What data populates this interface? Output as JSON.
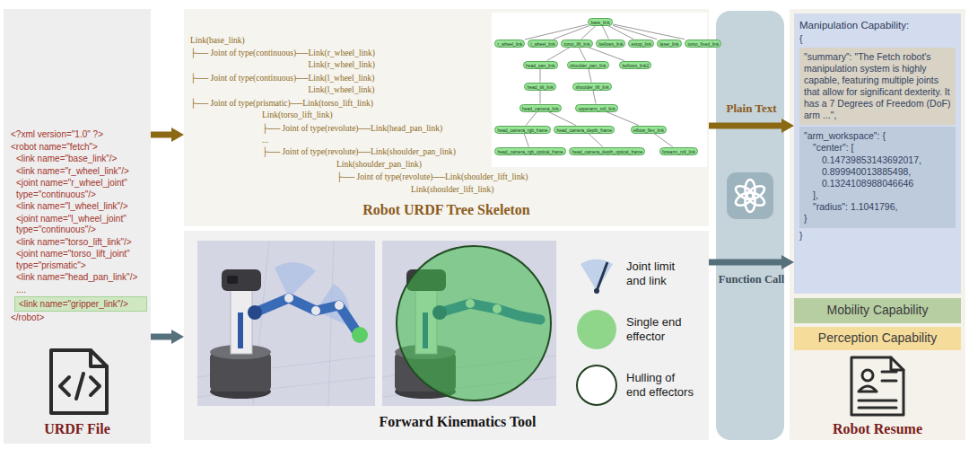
{
  "diagram": {
    "nodes": [
      {
        "text": [
          "<?xml version=\"1.0\" ?>",
          "<robot name=\"fetch\">",
          "<link name=\"base_link\"/>",
          "<link name=\"r_wheel_link\"/>",
          "<joint name=\"r_wheel_joint\" type=\"continuous\"/>",
          "<link name=\"l_wheel_link\"/>",
          "<joint name=\"l_wheel_joint\" type=\"continuous\"/>",
          "<link name=\"torso_lift_link\"/>",
          "<joint name=\"torso_lift_joint\" type=\"prismatic\">",
          "<link name=\"head_pan_link\"/>",
          "....",
          "</robot>",
          "URDF File"
        ]
      },
      {
        "text": [
          "<link name=\"gripper_link\"/>"
        ],
        "in": 0
      },
      {
        "text": [
          "Link(base_link)",
          "├── Joint of type(continuous)──Link(r_wheel_link)",
          "Link(r_wheel_link)",
          "├── Joint of type(continuous)──Link(l_wheel_link)",
          "Link(l_wheel_link)",
          "├── Joint of type(prismatic)──Link(torso_lift_link)",
          "Link(torso_lift_link)",
          "├── Joint of type(revolute)──Link(head_pan_link)",
          "...",
          "├── Joint of type(revolute)──Link(shoulder_pan_link)",
          "Link(shoulder_pan_link)",
          "├── Joint of type(revolute)──Link(shoulder_lift_link)",
          "Link(shoulder_lift_link)",
          "Robot URDF Tree Skeleton"
        ]
      },
      {
        "text": [
          "base_link"
        ],
        "in": 2
      },
      {
        "text": [
          "r_wheel_link"
        ],
        "in": 2
      },
      {
        "text": [
          "l_wheel_link"
        ],
        "in": 2
      },
      {
        "text": [
          "torso_lift_link"
        ],
        "in": 2
      },
      {
        "text": [
          "bellows_link"
        ],
        "in": 2
      },
      {
        "text": [
          "estop_link"
        ],
        "in": 2
      },
      {
        "text": [
          "laser_link"
        ],
        "in": 2
      },
      {
        "text": [
          "torso_fixed_link"
        ],
        "in": 2
      },
      {
        "text": [
          "head_pan_link"
        ],
        "in": 2
      },
      {
        "text": [
          "shoulder_pan_link"
        ],
        "in": 2
      },
      {
        "text": [
          "bellows_link2"
        ],
        "in": 2
      },
      {
        "text": [
          "head_tilt_link"
        ],
        "in": 2
      },
      {
        "text": [
          "shoulder_lift_link"
        ],
        "in": 2
      },
      {
        "text": [
          "head_camera_link"
        ],
        "in": 2
      },
      {
        "text": [
          "upperarm_roll_link"
        ],
        "in": 2
      },
      {
        "text": [
          "head_camera_rgb_frame"
        ],
        "in": 2
      },
      {
        "text": [
          "head_camera_depth_frame"
        ],
        "in": 2
      },
      {
        "text": [
          "elbow_flex_link"
        ],
        "in": 2
      },
      {
        "text": [
          "head_camera_rgb_optical_frame"
        ],
        "in": 2
      },
      {
        "text": [
          "head_camera_depth_optical_frame"
        ],
        "in": 2
      },
      {
        "text": [
          "forearm_roll_link"
        ],
        "in": 2
      },
      {
        "text": [
          "Forward Kinematics Tool"
        ]
      },
      {
        "text": [
          "Robot Resume"
        ]
      },
      {
        "text": [
          "Manipulation Capability:",
          "{",
          "}"
        ],
        "in": 25
      },
      {
        "text": [
          "\"summary\": \"The Fetch robot's manipulation system is highly capable, featuring multiple joints that allow for significant dexterity. It has a 7 Degrees of Freedom (DoF) arm ...\","
        ],
        "in": 26
      },
      {
        "text": [
          "\"arm_workspace\": {",
          "\"center\": [",
          "0.14739853143692017,",
          "0.899940013885498,",
          "0.1324108988046646",
          "],",
          "\"radius\": 1.1041796,",
          "}"
        ],
        "in": 26
      },
      {
        "text": [
          "Mobility Capability"
        ],
        "in": 25
      },
      {
        "text": [
          "Perception Capability"
        ],
        "in": 25
      }
    ],
    "edges": [
      {
        "from": 3,
        "to": 4,
        "arrow": "none"
      },
      {
        "from": 3,
        "to": 5,
        "arrow": "none"
      },
      {
        "from": 3,
        "to": 6,
        "arrow": "none"
      },
      {
        "from": 3,
        "to": 7,
        "arrow": "none"
      },
      {
        "from": 3,
        "to": 8,
        "arrow": "none"
      },
      {
        "from": 3,
        "to": 9,
        "arrow": "none"
      },
      {
        "from": 3,
        "to": 10,
        "arrow": "none"
      },
      {
        "from": 6,
        "to": 11,
        "arrow": "none"
      },
      {
        "from": 6,
        "to": 12,
        "arrow": "none"
      },
      {
        "from": 6,
        "to": 13,
        "arrow": "none"
      },
      {
        "from": 11,
        "to": 14,
        "arrow": "none"
      },
      {
        "from": 12,
        "to": 15,
        "arrow": "none"
      },
      {
        "from": 14,
        "to": 16,
        "arrow": "none"
      },
      {
        "from": 15,
        "to": 17,
        "arrow": "none"
      },
      {
        "from": 16,
        "to": 18,
        "arrow": "none"
      },
      {
        "from": 16,
        "to": 19,
        "arrow": "none"
      },
      {
        "from": 17,
        "to": 20,
        "arrow": "none"
      },
      {
        "from": 18,
        "to": 21,
        "arrow": "none"
      },
      {
        "from": 19,
        "to": 22,
        "arrow": "none"
      },
      {
        "from": 20,
        "to": 23,
        "arrow": "none"
      },
      {
        "from": 0,
        "to": 2,
        "arrow": "to"
      },
      {
        "from": 0,
        "to": 24,
        "arrow": "to"
      },
      {
        "from": 2,
        "to": 26,
        "label": "Plain Text",
        "arrow": "to"
      },
      {
        "from": 24,
        "to": 26,
        "label": "Function Call",
        "arrow": "to"
      }
    ],
    "legend": [
      {
        "text": "Joint limit and link"
      },
      {
        "text": "Single end effector",
        "color": "#8fd68a"
      },
      {
        "text": "Hulling of end effectors"
      }
    ]
  }
}
